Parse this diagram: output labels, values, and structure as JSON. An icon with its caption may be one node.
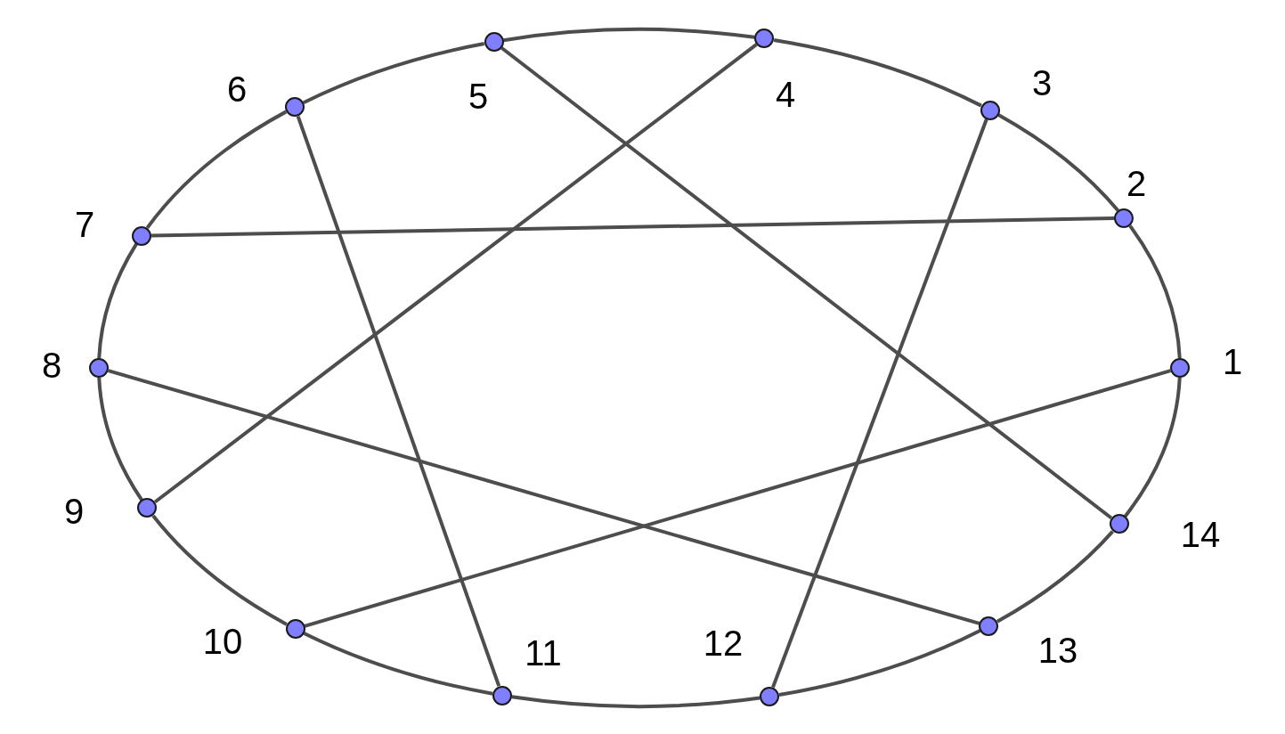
{
  "diagram": {
    "nodes": [
      {
        "text": [],
        "shape": "circle",
        "beside": [
          "1"
        ]
      },
      {
        "text": [],
        "shape": "circle",
        "beside": [
          "2"
        ]
      },
      {
        "text": [],
        "shape": "circle",
        "beside": [
          "3"
        ]
      },
      {
        "text": [],
        "shape": "circle",
        "beside": [
          "4"
        ]
      },
      {
        "text": [],
        "shape": "circle",
        "beside": [
          "5"
        ]
      },
      {
        "text": [],
        "shape": "circle",
        "beside": [
          "6"
        ]
      },
      {
        "text": [],
        "shape": "circle",
        "beside": [
          "7"
        ]
      },
      {
        "text": [],
        "shape": "circle",
        "beside": [
          "8"
        ]
      },
      {
        "text": [],
        "shape": "circle",
        "beside": [
          "9"
        ]
      },
      {
        "text": [],
        "shape": "circle",
        "beside": [
          "10"
        ]
      },
      {
        "text": [],
        "shape": "circle",
        "beside": [
          "11"
        ]
      },
      {
        "text": [],
        "shape": "circle",
        "beside": [
          "12"
        ]
      },
      {
        "text": [],
        "shape": "circle",
        "beside": [
          "13"
        ]
      },
      {
        "text": [],
        "shape": "circle",
        "beside": [
          "14"
        ]
      }
    ],
    "edges": [
      {
        "from": 0,
        "to": 1,
        "arrow": "none"
      },
      {
        "from": 1,
        "to": 2,
        "arrow": "none"
      },
      {
        "from": 2,
        "to": 3,
        "arrow": "none"
      },
      {
        "from": 3,
        "to": 4,
        "arrow": "none"
      },
      {
        "from": 4,
        "to": 5,
        "arrow": "none"
      },
      {
        "from": 5,
        "to": 6,
        "arrow": "none"
      },
      {
        "from": 6,
        "to": 7,
        "arrow": "none"
      },
      {
        "from": 7,
        "to": 8,
        "arrow": "none"
      },
      {
        "from": 8,
        "to": 9,
        "arrow": "none"
      },
      {
        "from": 9,
        "to": 10,
        "arrow": "none"
      },
      {
        "from": 10,
        "to": 11,
        "arrow": "none"
      },
      {
        "from": 11,
        "to": 12,
        "arrow": "none"
      },
      {
        "from": 12,
        "to": 13,
        "arrow": "none"
      },
      {
        "from": 13,
        "to": 0,
        "arrow": "none"
      },
      {
        "from": 6,
        "to": 1,
        "arrow": "none"
      },
      {
        "from": 5,
        "to": 10,
        "arrow": "none"
      },
      {
        "from": 4,
        "to": 13,
        "arrow": "none"
      },
      {
        "from": 3,
        "to": 8,
        "arrow": "none"
      },
      {
        "from": 2,
        "to": 11,
        "arrow": "none"
      },
      {
        "from": 7,
        "to": 12,
        "arrow": "none"
      },
      {
        "from": 0,
        "to": 9,
        "arrow": "none"
      }
    ]
  }
}
